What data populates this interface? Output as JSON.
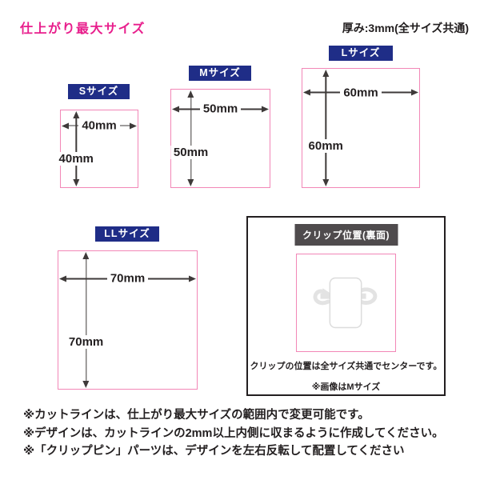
{
  "page": {
    "title": "仕上がり最大サイズ",
    "thickness_note": "厚み:3mm(全サイズ共通)"
  },
  "sizes": [
    {
      "label": "Sサイズ",
      "width_label": "40mm",
      "height_label": "40mm"
    },
    {
      "label": "Mサイズ",
      "width_label": "50mm",
      "height_label": "50mm"
    },
    {
      "label": "Lサイズ",
      "width_label": "60mm",
      "height_label": "60mm"
    },
    {
      "label": "LLサイズ",
      "width_label": "70mm",
      "height_label": "70mm"
    }
  ],
  "clip_panel": {
    "title": "クリップ位置(裏面)",
    "caption": "クリップの位置は全サイズ共通でセンターです。",
    "subcaption": "※画像はMサイズ"
  },
  "notes": [
    "※カットラインは、仕上がり最大サイズの範囲内で変更可能です。",
    "※デザインは、カットラインの2mm以上内側に収まるように作成してください。",
    "※「クリップピン」パーツは、デザインを左右反転して配置してください"
  ],
  "colors": {
    "accent_magenta": "#e81e8c",
    "frame_pink": "#f287b7",
    "label_navy": "#1f2d87",
    "panel_gray": "#4f4b4d",
    "line_dark": "#3e3a39",
    "text_black": "#221e1f"
  }
}
